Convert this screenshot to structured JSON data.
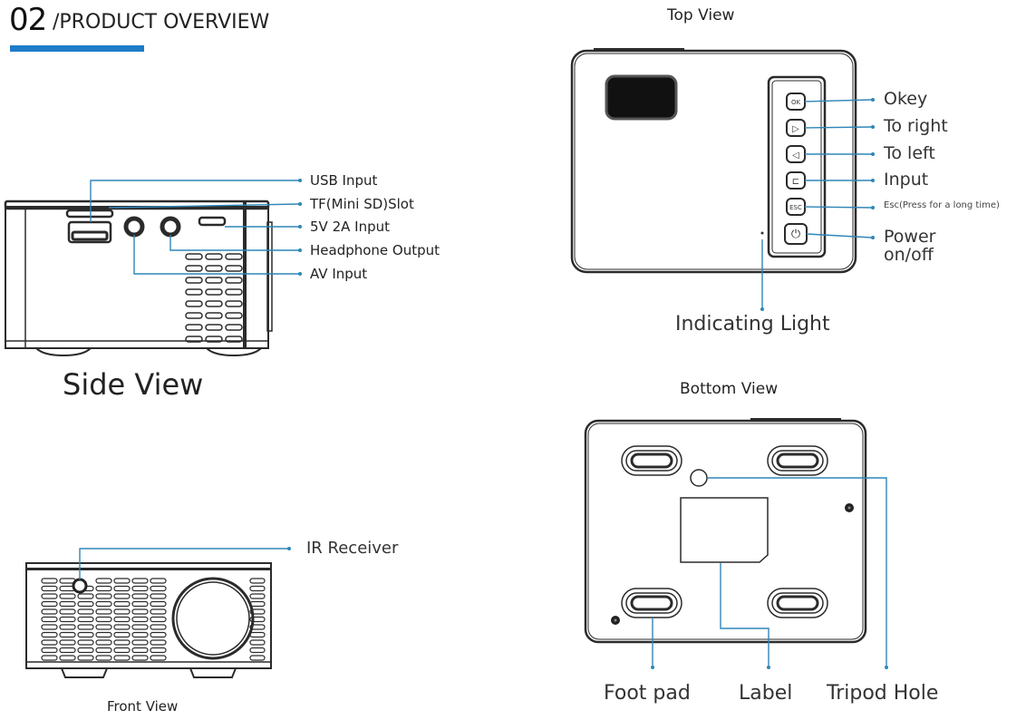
{
  "header": {
    "section_number": "02",
    "section_title": "/PRODUCT OVERVIEW",
    "accent_color": "#1e7cc8"
  },
  "leader_color": "#2f86b8",
  "side_view": {
    "title": "Side View",
    "callouts": [
      {
        "id": "usb",
        "label": "USB Input"
      },
      {
        "id": "tf",
        "label": "TF(Mini SD)Slot"
      },
      {
        "id": "power",
        "label": "5V 2A Input"
      },
      {
        "id": "headphone",
        "label": "Headphone Output"
      },
      {
        "id": "av",
        "label": "AV Input"
      }
    ]
  },
  "top_view": {
    "title": "Top View",
    "buttons": [
      {
        "glyph": "OK",
        "label": "Okey"
      },
      {
        "glyph": "▷",
        "label": "To right"
      },
      {
        "glyph": "◁",
        "label": "To left"
      },
      {
        "glyph": "⊏",
        "label": "Input"
      },
      {
        "glyph": "ESC",
        "label": "Esc(Press for a long time)"
      },
      {
        "glyph": "⏻",
        "label": "Power on/off",
        "label_line1": "Power",
        "label_line2": "on/off"
      }
    ],
    "indicator_label": "Indicating Light"
  },
  "front_view": {
    "title": "Front View",
    "callouts": [
      {
        "id": "ir",
        "label": "IR Receiver"
      }
    ]
  },
  "bottom_view": {
    "title": "Bottom View",
    "callouts": [
      {
        "id": "foot",
        "label": "Foot pad"
      },
      {
        "id": "label",
        "label": "Label"
      },
      {
        "id": "tripod",
        "label": "Tripod Hole"
      }
    ]
  }
}
